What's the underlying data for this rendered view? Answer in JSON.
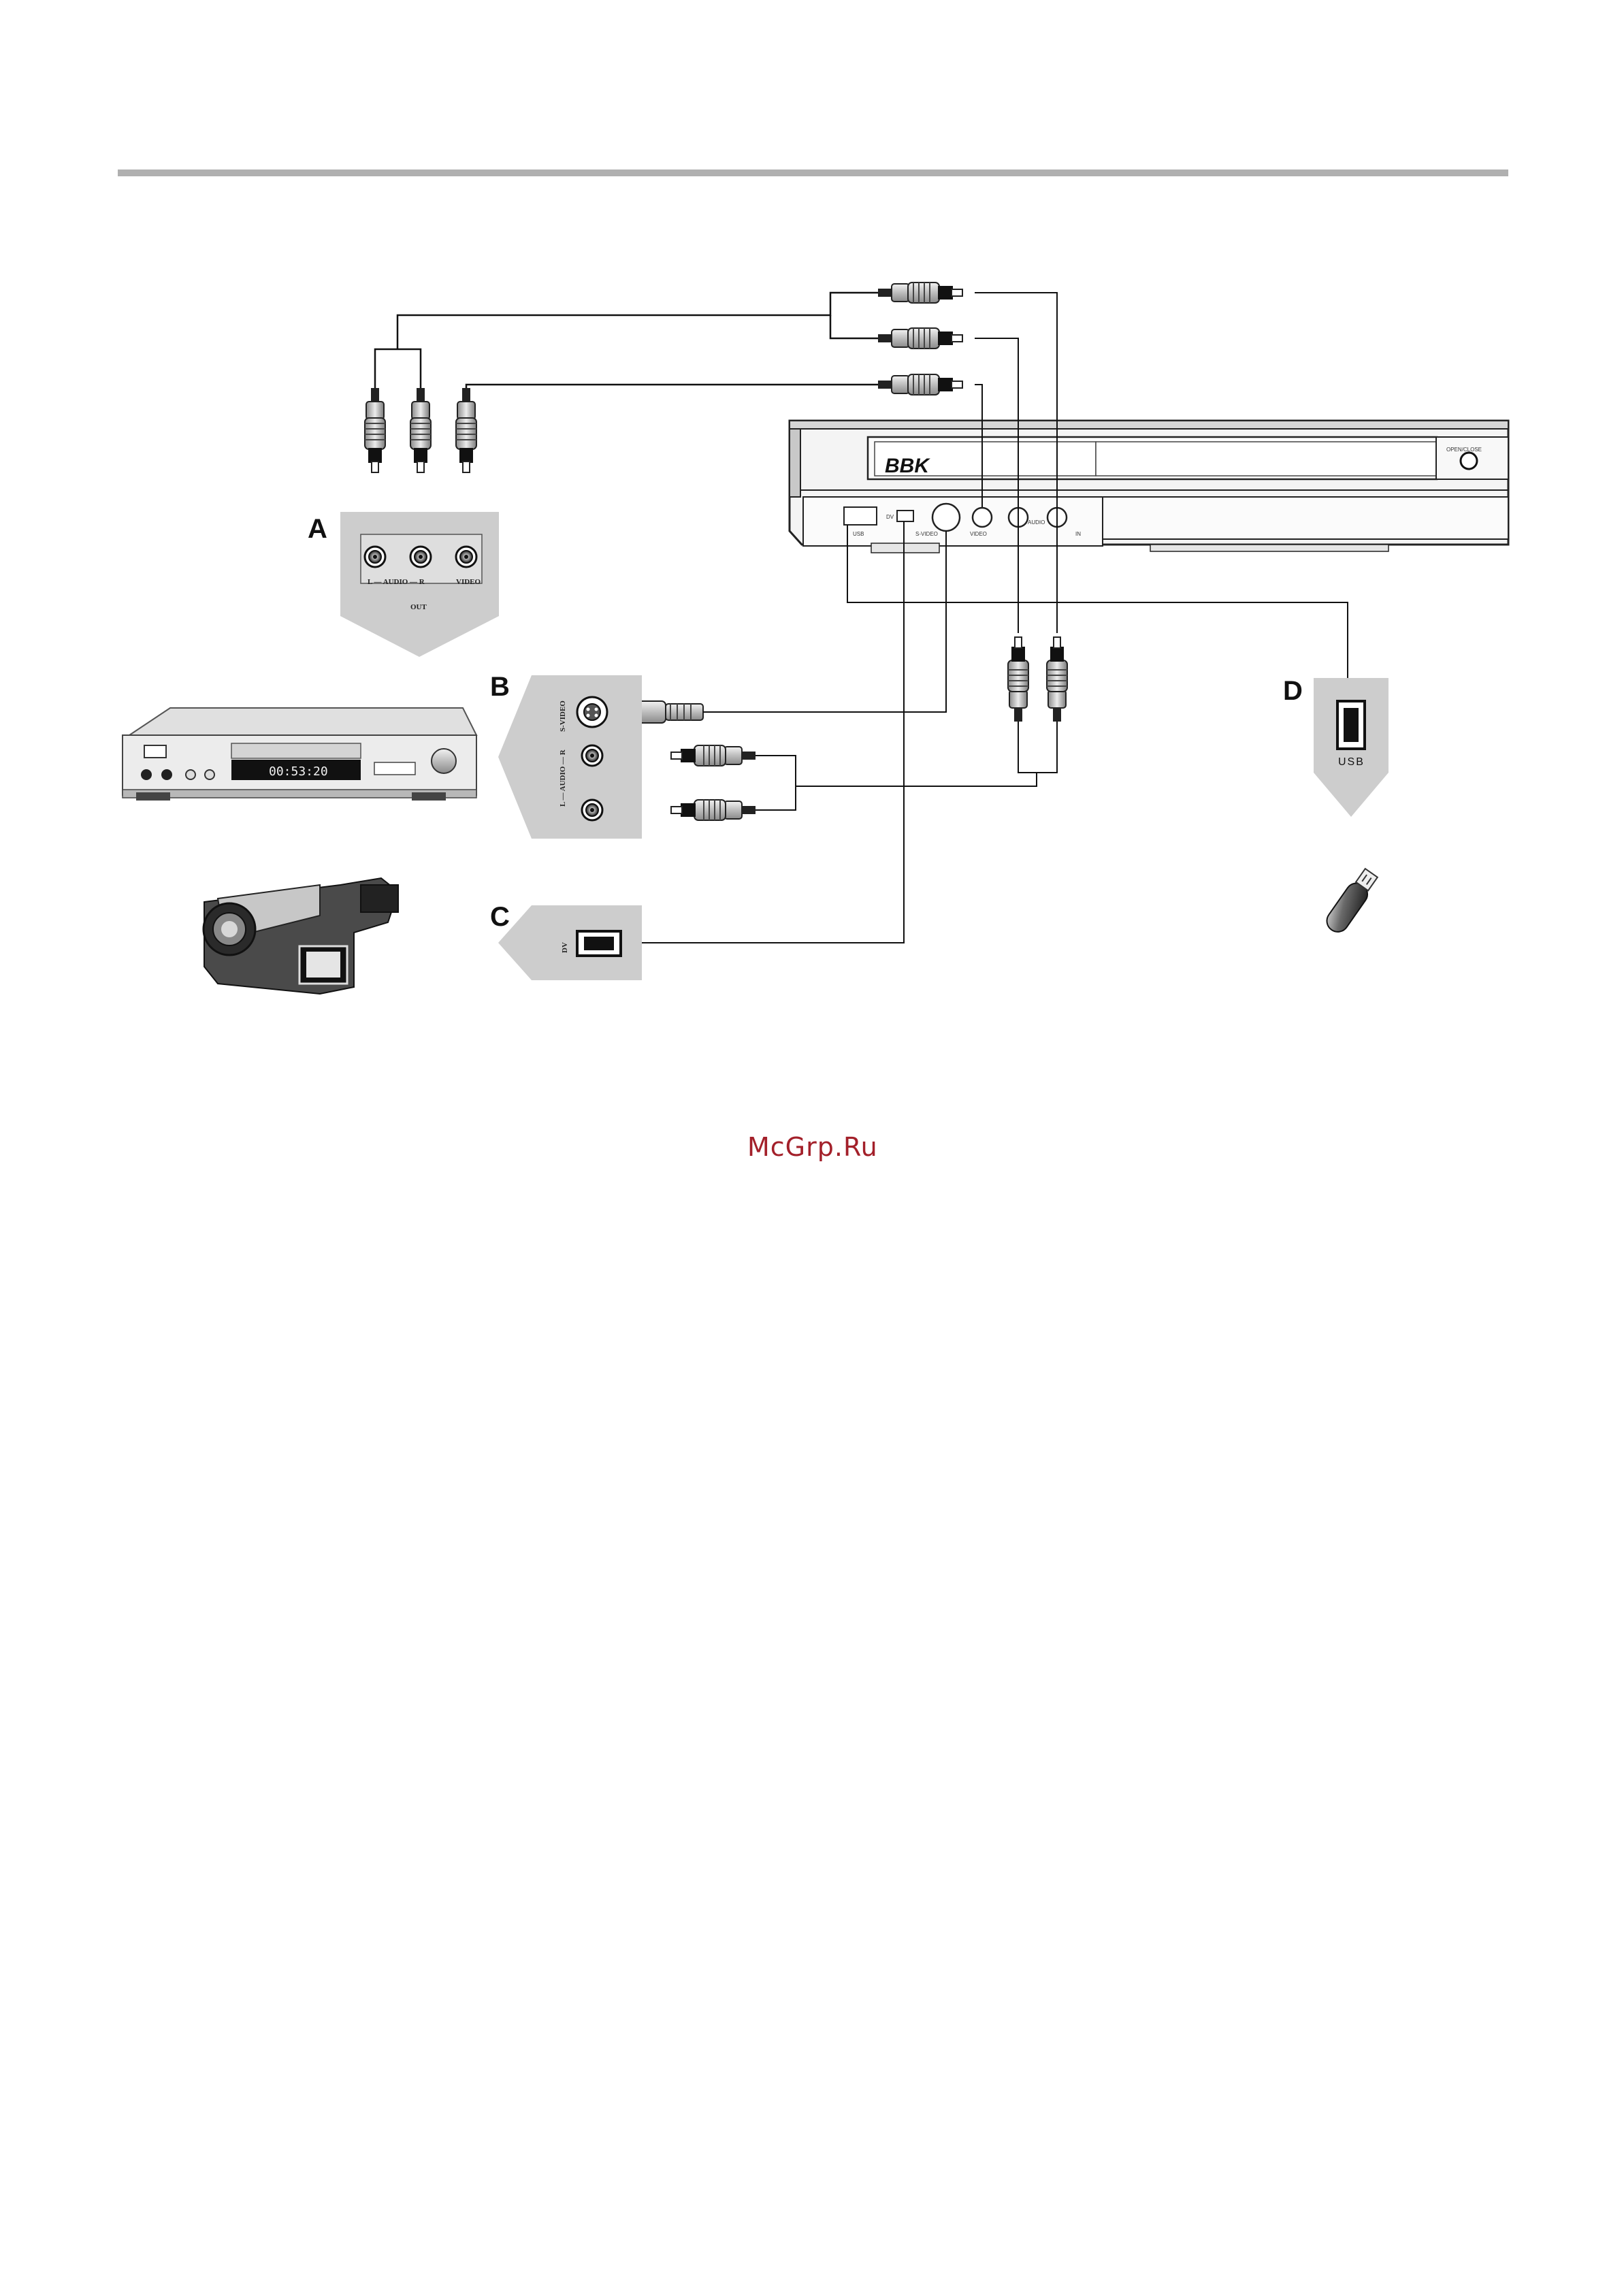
{
  "panels": {
    "a": {
      "letter": "A",
      "jack_labels": {
        "audio": "L — AUDIO — R",
        "video": "VIDEO"
      },
      "footer": "OUT"
    },
    "b": {
      "letter": "B",
      "svideo_label": "S-VIDEO",
      "audio_label": "L — AUDIO — R"
    },
    "c": {
      "letter": "C",
      "dv_label": "DV"
    },
    "d": {
      "letter": "D",
      "usb_label": "USB"
    }
  },
  "recorder": {
    "brand": "BBK",
    "open_close_label": "OPEN/CLOSE",
    "front_labels": {
      "usb": "USB",
      "dv": "DV",
      "svideo": "S-VIDEO",
      "video": "VIDEO",
      "audio": "AUDIO",
      "in": "IN"
    }
  },
  "player_display": "00:53:20",
  "watermark": "McGrp.Ru",
  "colors": {
    "wire": "#111111",
    "panel_gray": "#cdcdcd",
    "rule": "#b0b0b0",
    "watermark": "#a3202a"
  }
}
